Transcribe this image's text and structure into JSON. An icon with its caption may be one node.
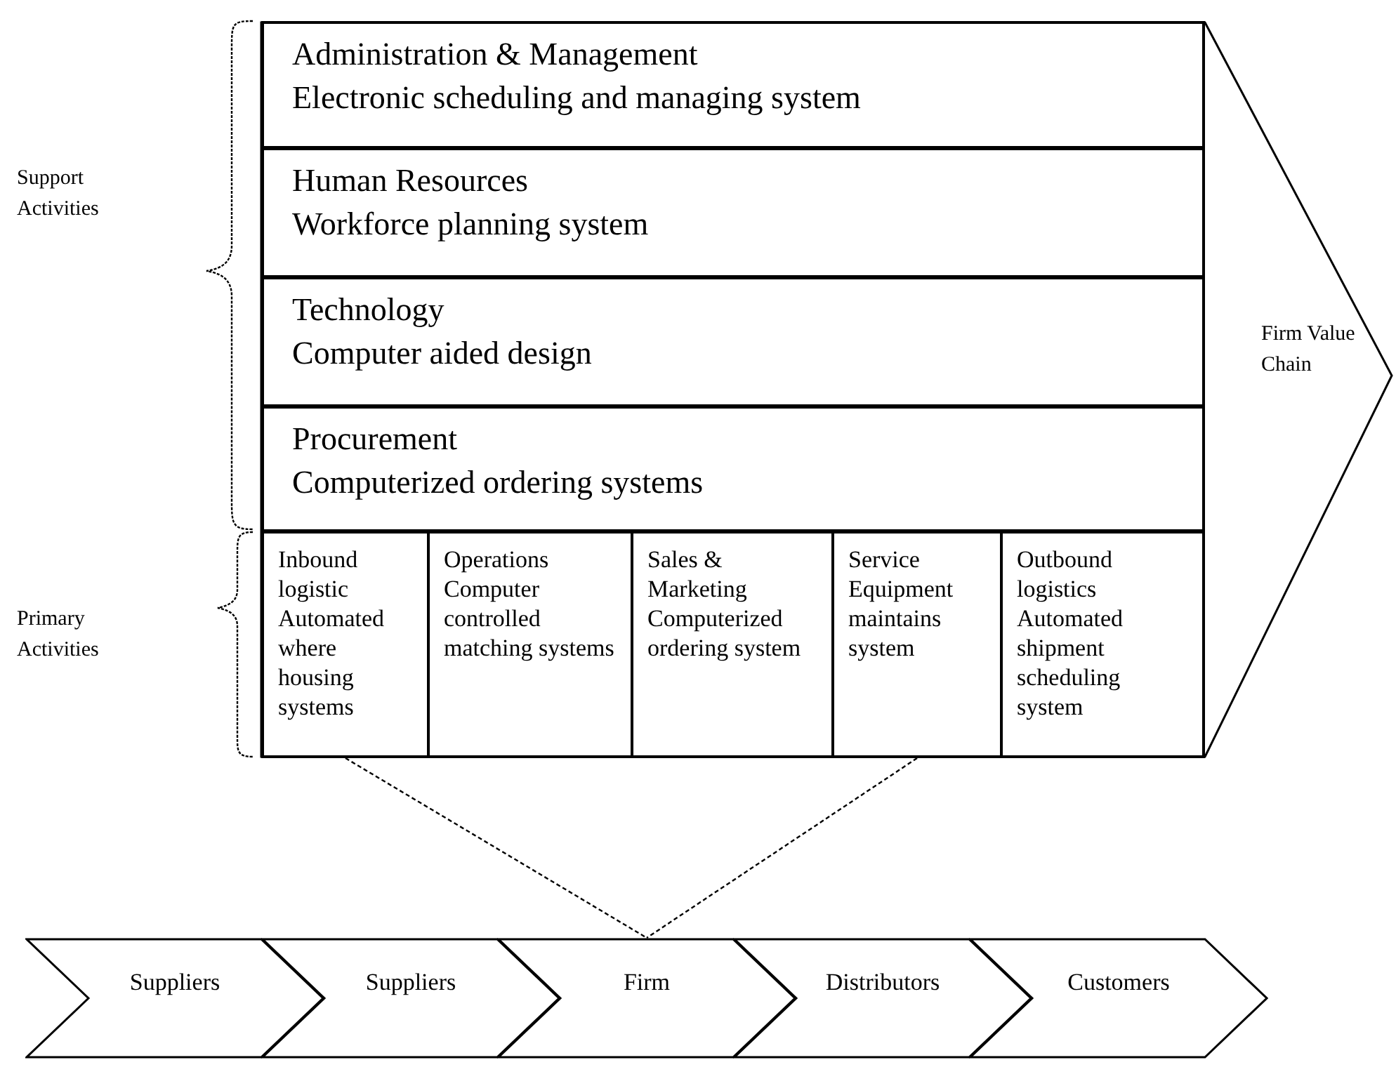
{
  "diagram": {
    "nodes": [
      {
        "text": [
          "Firm Value Chain"
        ]
      },
      {
        "text": [
          "Administration & Management",
          "Electronic scheduling and managing system"
        ],
        "in": 0
      },
      {
        "text": [
          "Human Resources",
          "Workforce planning system"
        ],
        "in": 0
      },
      {
        "text": [
          "Technology",
          "Computer aided design"
        ],
        "in": 0
      },
      {
        "text": [
          "Procurement",
          "Computerized ordering systems"
        ],
        "in": 0
      },
      {
        "text": [
          "Inbound logistic",
          "Automated where housing systems"
        ],
        "in": 0
      },
      {
        "text": [
          "Operations",
          "Computer controlled matching systems"
        ],
        "in": 0
      },
      {
        "text": [
          "Sales & Marketing",
          "Computerized ordering system"
        ],
        "in": 0
      },
      {
        "text": [
          "Service",
          "Equipment maintains system"
        ],
        "in": 0
      },
      {
        "text": [
          "Outbound logistics",
          "Automated shipment scheduling system"
        ],
        "in": 0
      },
      {
        "text": [
          "Suppliers"
        ]
      },
      {
        "text": [
          "Suppliers"
        ]
      },
      {
        "text": [
          "Firm"
        ]
      },
      {
        "text": [
          "Distributors"
        ]
      },
      {
        "text": [
          "Customers"
        ]
      }
    ],
    "edges": [
      {
        "from": 5,
        "to": 12,
        "arrow": "none",
        "style": "dashed"
      },
      {
        "from": 8,
        "to": 12,
        "arrow": "none",
        "style": "dashed"
      }
    ],
    "labels": [
      "Support Activities",
      "Primary Activities"
    ]
  }
}
